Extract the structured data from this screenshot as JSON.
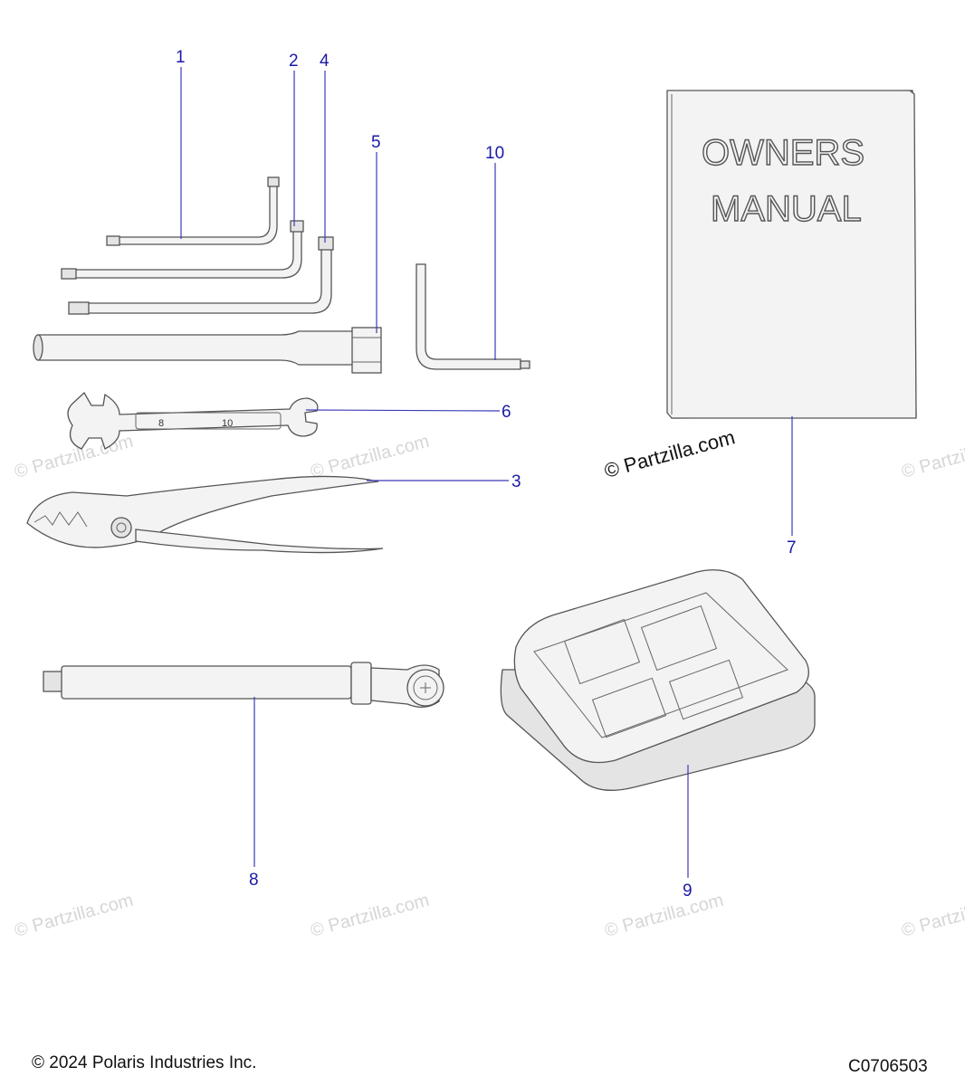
{
  "callouts": [
    "1",
    "2",
    "4",
    "5",
    "10",
    "6",
    "3",
    "7",
    "8",
    "9"
  ],
  "manual_title": [
    "OWNERS",
    "MANUAL"
  ],
  "wrench_sizes": [
    "8",
    "10"
  ],
  "watermark": "© Partzilla.com",
  "footer": {
    "copyright": "© 2024 Polaris Industries Inc.",
    "code": "C0706503"
  }
}
